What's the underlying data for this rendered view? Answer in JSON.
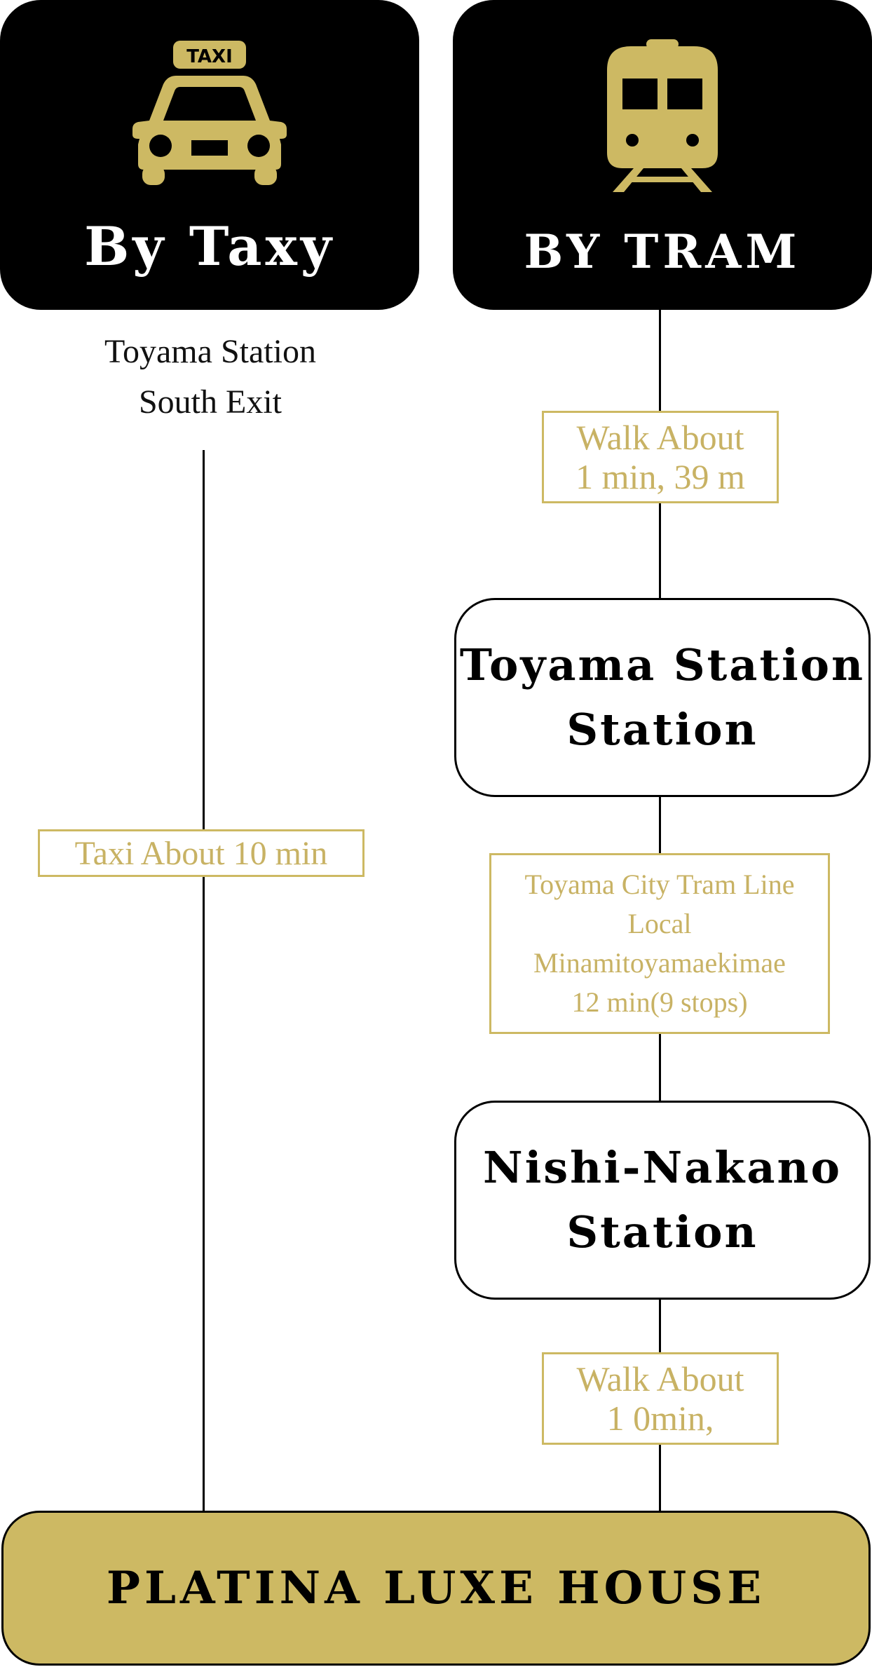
{
  "colors": {
    "gold": "#cdb963",
    "black": "#000000",
    "white": "#ffffff"
  },
  "taxi": {
    "header_title": "By Taxy",
    "icon": "taxi-icon",
    "icon_label": "TAXI",
    "start": [
      "Toyama Station",
      "South Exit"
    ],
    "ride": "Taxi About 10 min"
  },
  "tram": {
    "header_title": "BY TRAM",
    "icon": "tram-icon",
    "walk_1": [
      "Walk About",
      "1 min, 39 m"
    ],
    "station_1": [
      "Toyama Station",
      "Station"
    ],
    "ride": [
      "Toyama City Tram Line",
      "Local",
      "Minamitoyamaekimae",
      "12 min(9 stops)"
    ],
    "station_2": [
      "Nishi-Nakano",
      "Station"
    ],
    "walk_2": [
      "Walk About",
      "1 0min,"
    ]
  },
  "destination": "PLATINA LUXE HOUSE"
}
